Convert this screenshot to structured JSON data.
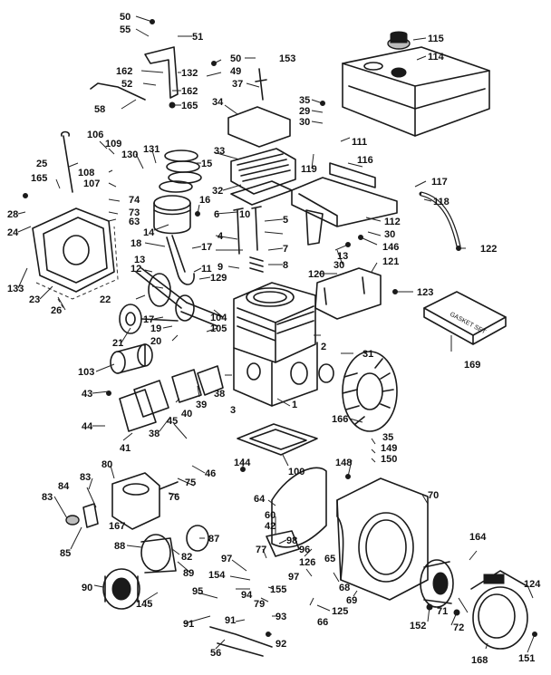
{
  "diagram": {
    "gasket_set_label": "GASKET SET",
    "callouts": [
      "50",
      "55",
      "51",
      "50",
      "49",
      "153",
      "162",
      "132",
      "52",
      "162",
      "165",
      "58",
      "37",
      "34",
      "35",
      "29",
      "30",
      "111",
      "115",
      "114",
      "119",
      "106",
      "109",
      "108",
      "107",
      "130",
      "131",
      "15",
      "33",
      "25",
      "165",
      "28",
      "24",
      "23",
      "26",
      "133",
      "74",
      "73",
      "63",
      "32",
      "14",
      "16",
      "6",
      "10",
      "5",
      "4",
      "7",
      "8",
      "9",
      "18",
      "17",
      "11",
      "129",
      "12",
      "13",
      "22",
      "17",
      "19",
      "20",
      "21",
      "104",
      "105",
      "103",
      "116",
      "117",
      "118",
      "112",
      "30",
      "146",
      "13",
      "30",
      "120",
      "121",
      "123",
      "122",
      "169",
      "2",
      "31",
      "1",
      "3",
      "38",
      "39",
      "40",
      "45",
      "43",
      "44",
      "41",
      "38",
      "166",
      "35",
      "149",
      "150",
      "144",
      "100",
      "148",
      "70",
      "46",
      "75",
      "76",
      "80",
      "83",
      "84",
      "167",
      "83",
      "85",
      "88",
      "82",
      "87",
      "89",
      "90",
      "145",
      "64",
      "60",
      "42",
      "98",
      "96",
      "77",
      "97",
      "97",
      "126",
      "65",
      "68",
      "164",
      "154",
      "94",
      "155",
      "95",
      "79",
      "69",
      "66",
      "125",
      "152",
      "71",
      "72",
      "124",
      "91",
      "91",
      "93",
      "92",
      "56",
      "168",
      "151"
    ]
  }
}
